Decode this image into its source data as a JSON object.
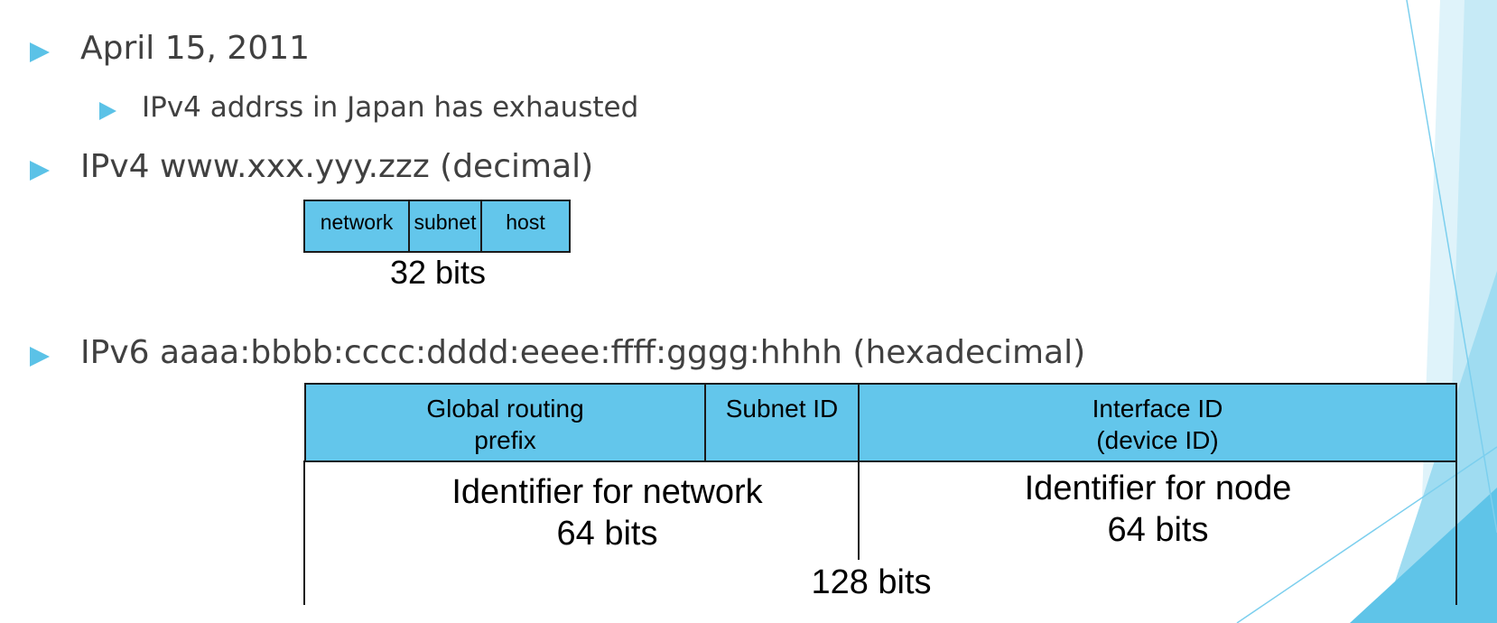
{
  "slide": {
    "bullets": [
      {
        "text": "April 15, 2011"
      },
      {
        "text": "IPv4 addrss in Japan has exhausted"
      },
      {
        "text": "IPv4 www.xxx.yyy.zzz (decimal)"
      },
      {
        "text": "IPv6 aaaa:bbbb:cccc:dddd:eeee:ffff:gggg:hhhh (hexadecimal)"
      }
    ]
  },
  "ipv4": {
    "fields": [
      "network",
      "subnet",
      "host"
    ],
    "total": "32 bits"
  },
  "ipv6": {
    "fields": [
      {
        "line1": "Global routing",
        "line2": "prefix"
      },
      {
        "line1": "Subnet ID",
        "line2": ""
      },
      {
        "line1": "Interface ID",
        "line2": "(device ID)"
      }
    ],
    "network_part": {
      "line1": "Identifier for network",
      "line2": "64 bits"
    },
    "node_part": {
      "line1": "Identifier for node",
      "line2": "64 bits"
    },
    "total": "128 bits"
  },
  "colors": {
    "accent": "#5bc2e7",
    "field_fill": "#63c6eb",
    "text": "#404040"
  }
}
